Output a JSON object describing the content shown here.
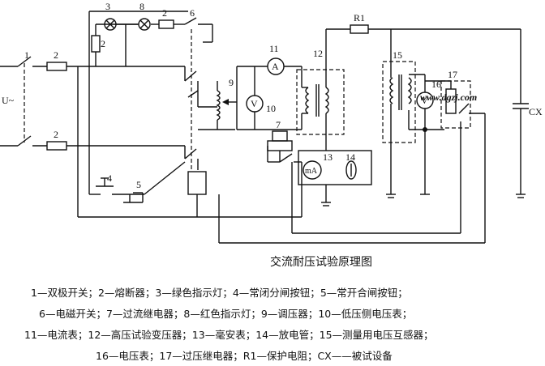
{
  "labels": {
    "n1": "1",
    "n2a": "2",
    "n2b": "2",
    "n2c": "2",
    "n2d": "2",
    "n3": "3",
    "n4": "4",
    "n5": "5",
    "n6": "6",
    "n7": "7",
    "n8": "8",
    "n9": "9",
    "n10": "10",
    "n11": "11",
    "n12": "12",
    "n13": "13",
    "n14": "14",
    "n15": "15",
    "n16": "16",
    "n17": "17",
    "r1": "R1",
    "u": "U~",
    "cx": "CX",
    "ammeter": "A",
    "voltmeter": "V",
    "milliammeter": "mA",
    "voltmeter16": "V"
  },
  "watermark": "www.dgzj.com",
  "title": "交流耐压试验原理图",
  "legend": [
    "1—双极开关；2—熔断器；3—绿色指示灯；4—常闭分闸按钮；5—常开合闸按钮；",
    "6—电磁开关；7—过流继电器；8—红色指示灯；9—调压器；10—低压侧电压表；",
    "11—电流表；12—高压试验变压器；13—毫安表；14—放电管；15—测量用电压互感器；",
    "16—电压表；17—过压继电器；R1—保护电阻；CX——被试设备"
  ]
}
